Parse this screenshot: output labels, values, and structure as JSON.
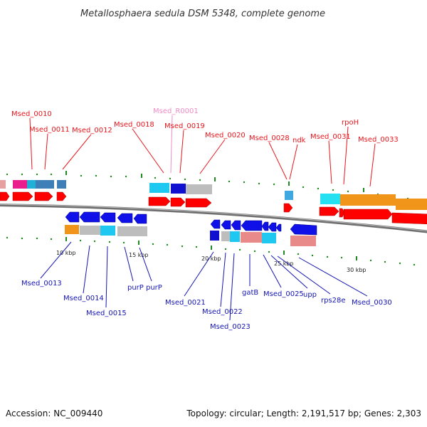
{
  "title": "Metallosphaera sedula DSM 5348, complete genome",
  "colors": {
    "forward_label": "#e8161c",
    "reverse_label": "#1414b4",
    "rna_label": "#f08cc8",
    "backbone": "#777777",
    "tick": "#1f8a1f"
  },
  "forward_labels": [
    "Msed_0010",
    "Msed_0011",
    "Msed_0012",
    "Msed_0018",
    "Msed_R0001",
    "Msed_0019",
    "Msed_0020",
    "Msed_0028",
    "ndk",
    "Msed_0031",
    "rpoH",
    "Msed_0033"
  ],
  "reverse_labels": [
    "Msed_0013",
    "Msed_0014",
    "Msed_0015",
    "purP",
    "purP",
    "Msed_0021",
    "Msed_0022",
    "Msed_0023",
    "gatB",
    "Msed_0025",
    "upp",
    "rps28e",
    "Msed_0030"
  ],
  "scale_labels": [
    "10 kbp",
    "15 kbp",
    "20 kbp",
    "25 kbp",
    "30 kbp"
  ],
  "footer": {
    "accession": "Accession: NC_009440",
    "topology": "Topology: circular; Length: 2,191,517 bp; Genes: 2,303"
  }
}
